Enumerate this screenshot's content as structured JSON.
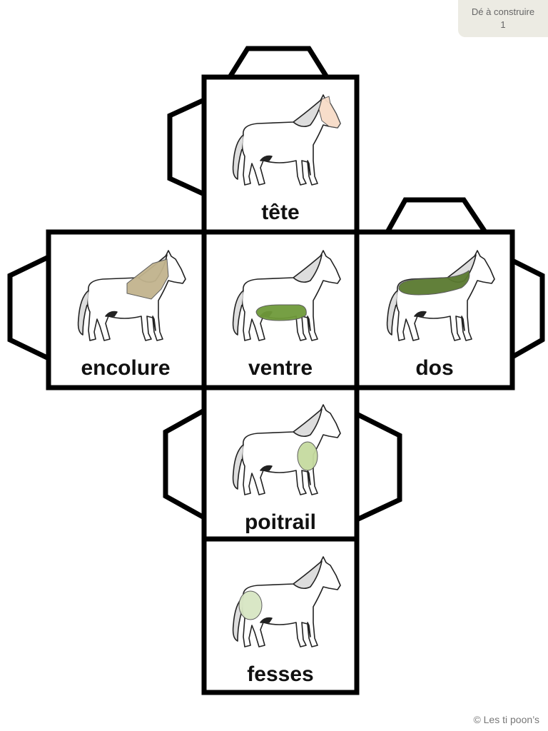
{
  "badge": {
    "line1": "Dé à construire",
    "line2": "1"
  },
  "faces": [
    {
      "label": "tête",
      "part": "head",
      "color": "#f7dcc8"
    },
    {
      "label": "encolure",
      "part": "neck",
      "color": "#c2b48e"
    },
    {
      "label": "ventre",
      "part": "belly",
      "color": "#6f9a3a"
    },
    {
      "label": "dos",
      "part": "back",
      "color": "#5a7a30"
    },
    {
      "label": "poitrail",
      "part": "chest",
      "color": "#c6dba0"
    },
    {
      "label": "fesses",
      "part": "rump",
      "color": "#d8e6c4"
    }
  ],
  "footer": "© Les ti poon’s"
}
